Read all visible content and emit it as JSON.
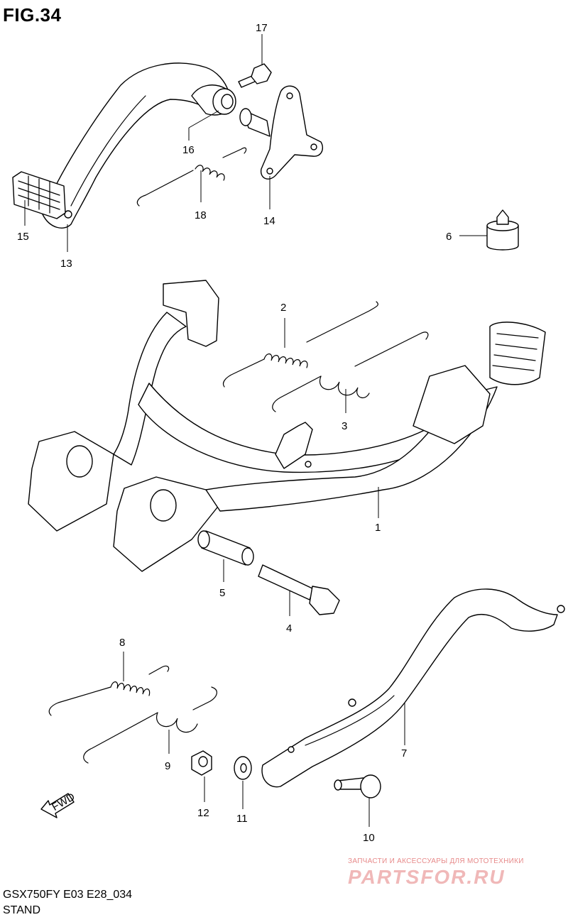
{
  "figure": {
    "title": "FIG.34",
    "model_code": "GSX750FY E03 E28_034",
    "section_name": "STAND"
  },
  "callouts": [
    "1",
    "2",
    "3",
    "4",
    "5",
    "6",
    "7",
    "8",
    "9",
    "10",
    "11",
    "12",
    "13",
    "14",
    "15",
    "16",
    "17",
    "18"
  ],
  "direction_marker": {
    "label": "FWD",
    "icon": "arrow-fwd-icon"
  },
  "watermark": {
    "tagline": "ЗАПЧАСТИ И АКСЕССУАРЫ ДЛЯ МОТОТЕХНИКИ",
    "brand": "PARTSFOR.RU",
    "color": "#e04040"
  }
}
